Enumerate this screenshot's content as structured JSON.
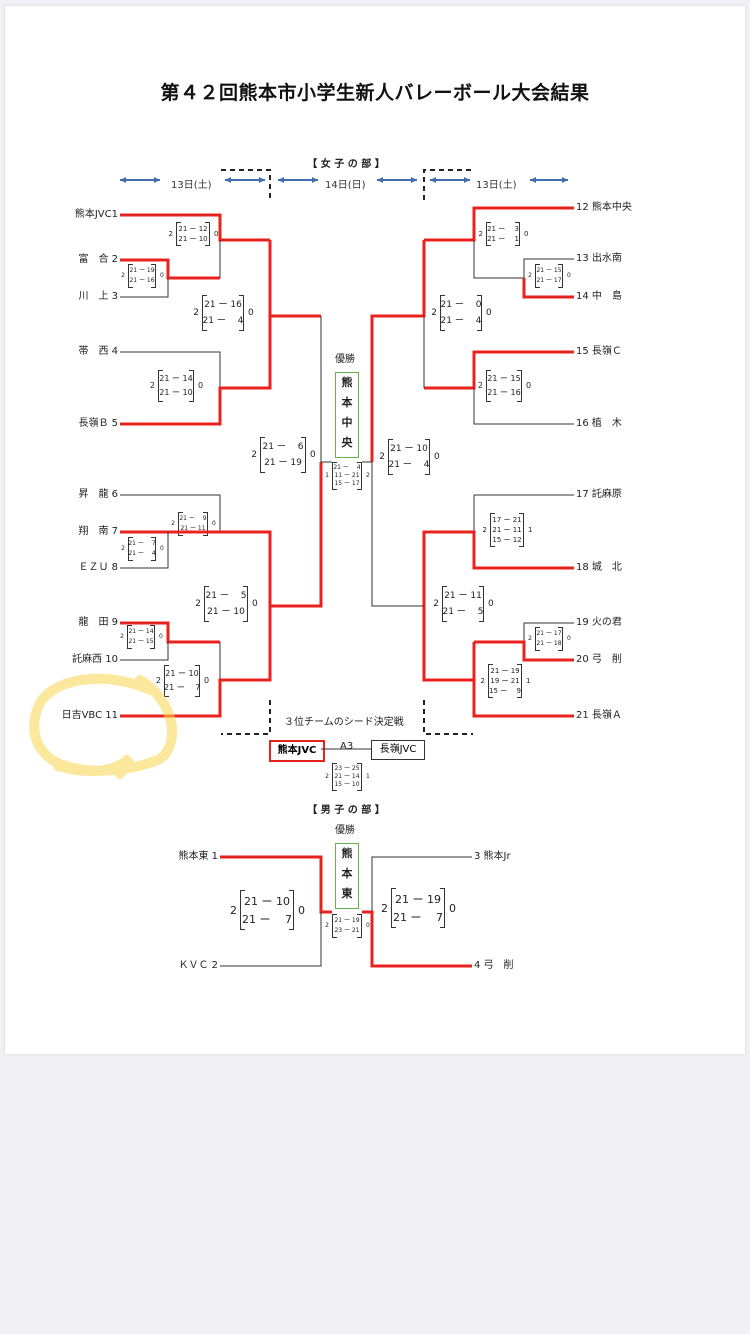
{
  "title": "第４２回熊本市小学生新人バレーボール大会結果",
  "girls": {
    "section_label": "【 女 子 の 部 】",
    "days": {
      "left": "13日(土)",
      "middle": "14日(日)",
      "right": "13日(土)"
    },
    "winner_label": "優勝",
    "champion": "熊本中央",
    "teams_left": [
      {
        "name": "熊本JVC1"
      },
      {
        "name": "富　合 2"
      },
      {
        "name": "川　上 3"
      },
      {
        "name": "帯　西 4"
      },
      {
        "name": "長嶺Ｂ 5"
      },
      {
        "name": "昇　龍 6"
      },
      {
        "name": "翔　南 7"
      },
      {
        "name": "ＥＺＵ 8"
      },
      {
        "name": "龍　田 9"
      },
      {
        "name": "託麻西 10"
      },
      {
        "name": "日吉VBC 11"
      }
    ],
    "teams_right": [
      {
        "name": "12 熊本中央"
      },
      {
        "name": "13 出水南"
      },
      {
        "name": "14 中　島"
      },
      {
        "name": "15 長嶺Ｃ"
      },
      {
        "name": "16 植　木"
      },
      {
        "name": "17 託麻原"
      },
      {
        "name": "18 城　北"
      },
      {
        "name": "19 火の君"
      },
      {
        "name": "20 弓　削"
      },
      {
        "name": "21 長嶺Ａ"
      }
    ],
    "scores": {
      "m1": {
        "sets": [
          "21 ー 12",
          "21 ー 10"
        ],
        "won": "2",
        "lost": "0"
      },
      "m2": {
        "sets": [
          "21 ー 19",
          "21 ー 16"
        ],
        "won": "2",
        "lost": "0"
      },
      "m3": {
        "sets": [
          "21 ー 16",
          "21 ー 　4"
        ],
        "won": "2",
        "lost": "0"
      },
      "m4": {
        "sets": [
          "21 ー 14",
          "21 ー 10"
        ],
        "won": "2",
        "lost": "0"
      },
      "m5": {
        "sets": [
          "21 ー 　6",
          "21 ー 19"
        ],
        "won": "2",
        "lost": "0"
      },
      "m6": {
        "sets": [
          "21 ー 　9",
          "21 ー 11"
        ],
        "won": "2",
        "lost": "0"
      },
      "m7": {
        "sets": [
          "21 ー 　7",
          "21 ー 　4"
        ],
        "won": "2",
        "lost": "0"
      },
      "m8": {
        "sets": [
          "21 ー 　5",
          "21 ー 10"
        ],
        "won": "2",
        "lost": "0"
      },
      "m9": {
        "sets": [
          "21 ー 14",
          "21 ー 15"
        ],
        "won": "2",
        "lost": "0"
      },
      "m10": {
        "sets": [
          "21 ー 10",
          "21 ー 　7"
        ],
        "won": "2",
        "lost": "0"
      },
      "m11": {
        "sets": [
          "21 ー 　3",
          "21 ー 　1"
        ],
        "won": "2",
        "lost": "0"
      },
      "m12": {
        "sets": [
          "21 ー 15",
          "21 ー 17"
        ],
        "won": "2",
        "lost": "0"
      },
      "m13": {
        "sets": [
          "21 ー 　0",
          "21 ー 　4"
        ],
        "won": "2",
        "lost": "0"
      },
      "m14": {
        "sets": [
          "21 ー 15",
          "21 ー 16"
        ],
        "won": "2",
        "lost": "0"
      },
      "m15": {
        "sets": [
          "21 ー 10",
          "21 ー 　4"
        ],
        "won": "2",
        "lost": "0"
      },
      "m16": {
        "sets": [
          "17 ー 21",
          "21 ー 11",
          "15 ー 12"
        ],
        "won": "2",
        "lost": "1"
      },
      "m17": {
        "sets": [
          "21 ー 11",
          "21 ー 　5"
        ],
        "won": "2",
        "lost": "0"
      },
      "m18": {
        "sets": [
          "21 ー 17",
          "21 ー 18"
        ],
        "won": "2",
        "lost": "0"
      },
      "m19": {
        "sets": [
          "21 ー 19",
          "19 ー 21",
          "15 ー 　9"
        ],
        "won": "2",
        "lost": "1"
      },
      "final": {
        "sets": [
          "21 ー 　4",
          "11 ー 21",
          "15 ー 17"
        ],
        "won": "1",
        "lost": "2"
      },
      "third": {
        "sets": [
          "23 ー 25",
          "21 ー 14",
          "15 ー 10"
        ],
        "won": "2",
        "lost": "1"
      }
    },
    "third_place": {
      "label": "３位チームのシード決定戦",
      "match": "A3",
      "team_a": "熊本JVC",
      "team_b": "長嶺JVC"
    }
  },
  "boys": {
    "section_label": "【 男 子 の 部 】",
    "winner_label": "優勝",
    "champion": "熊本東",
    "teams": [
      {
        "name": "熊本東 1"
      },
      {
        "name": "ＫＶＣ 2"
      },
      {
        "name": "3 熊本Jr"
      },
      {
        "name": "4 弓　削"
      }
    ],
    "scores": {
      "left": {
        "sets": [
          "21 ー 10",
          "21 ー 　7"
        ],
        "won": "2",
        "lost": "0"
      },
      "right": {
        "sets": [
          "21 ー 19",
          "21 ー 　7"
        ],
        "won": "2",
        "lost": "0"
      },
      "final": {
        "sets": [
          "21 ー 19",
          "23 ー 21"
        ],
        "won": "2",
        "lost": "0"
      }
    }
  },
  "colors": {
    "win_line": "#e8231f",
    "line": "#333333",
    "arrow": "#3f6fb0",
    "highlight": "#f7d64a",
    "champion_box": "#6ab04c"
  }
}
